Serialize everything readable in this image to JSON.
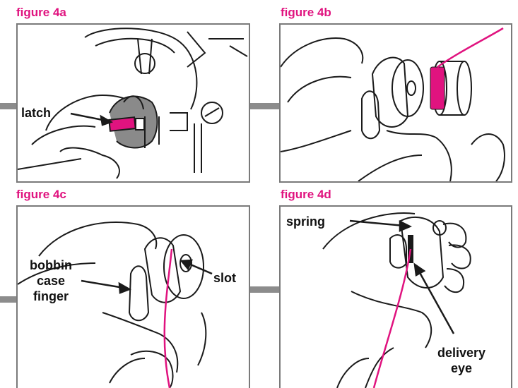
{
  "figures": {
    "a": {
      "title": "figure 4a",
      "labels": {
        "latch": "latch"
      }
    },
    "b": {
      "title": "figure 4b"
    },
    "c": {
      "title": "figure 4c",
      "labels": {
        "finger_line1": "bobbin",
        "finger_line2": "case",
        "finger_line3": "finger",
        "slot": "slot"
      }
    },
    "d": {
      "title": "figure 4d",
      "labels": {
        "spring": "spring",
        "delivery_line1": "delivery",
        "delivery_line2": "eye"
      }
    }
  },
  "colors": {
    "accent": "#e0137f",
    "line": "#1a1a1a",
    "frame": "#7a7a7a"
  }
}
